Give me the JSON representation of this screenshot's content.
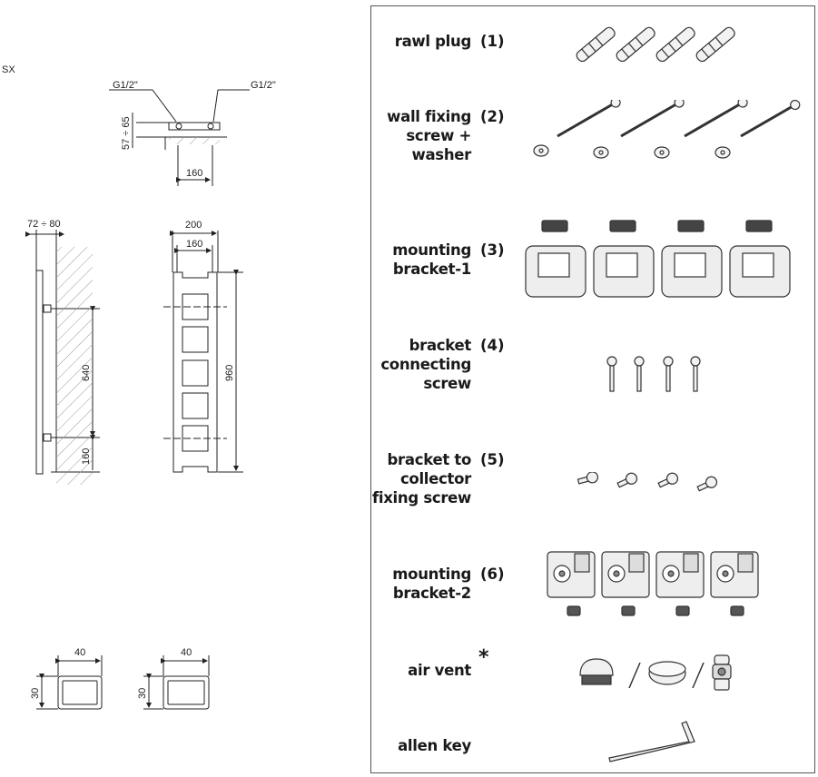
{
  "drawing": {
    "side_label": "SX",
    "connection_left": "G1/2\"",
    "connection_right": "G1/2\"",
    "dim_wall_offset_top": "57 ÷ 65",
    "dim_pipe_spacing": "160",
    "dim_wall_gap": "72 ÷ 80",
    "dim_total_width": "200",
    "dim_inner_width": "160",
    "dim_bracket_spacing": "640",
    "dim_bottom": "160",
    "dim_height": "960",
    "profile_a_width": "40",
    "profile_a_height": "30",
    "profile_b_width": "40",
    "profile_b_height": "30"
  },
  "parts": [
    {
      "lines": [
        "rawl plug"
      ],
      "number": "(1)"
    },
    {
      "lines": [
        "wall fixing",
        "screw +",
        "washer"
      ],
      "number": "(2)"
    },
    {
      "lines": [
        "mounting",
        "bracket-1"
      ],
      "number": "(3)"
    },
    {
      "lines": [
        "bracket",
        "connecting",
        "screw"
      ],
      "number": "(4)"
    },
    {
      "lines": [
        "bracket to",
        "collector",
        "fixing screw"
      ],
      "number": "(5)"
    },
    {
      "lines": [
        "mounting",
        "bracket-2"
      ],
      "number": "(6)"
    },
    {
      "lines": [
        "air vent"
      ],
      "number": "*"
    },
    {
      "lines": [
        "allen key"
      ],
      "number": ""
    }
  ]
}
